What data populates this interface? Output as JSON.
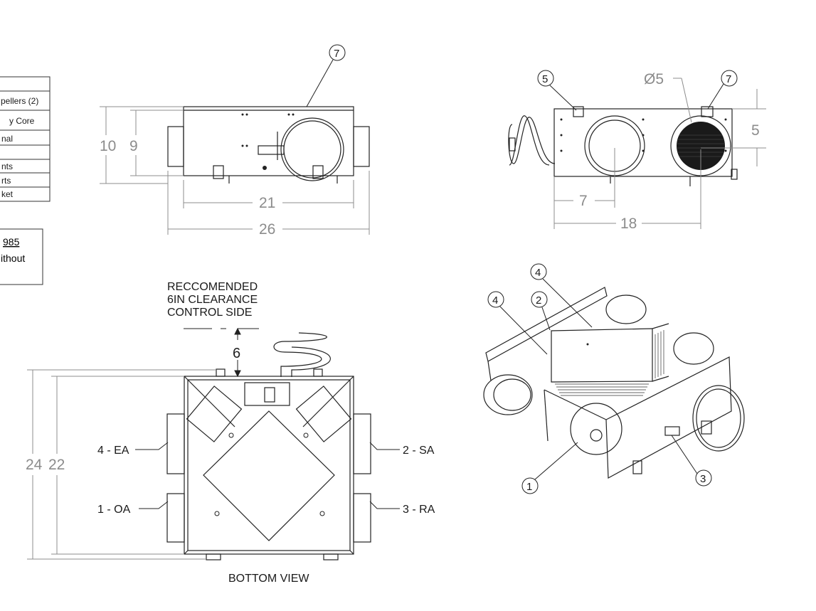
{
  "parts_table": {
    "rows": [
      "",
      "pellers (2)",
      "y Core",
      "nal",
      "",
      "nts",
      "rts",
      "ket"
    ]
  },
  "note_box": {
    "line1": "985",
    "line2": "ithout"
  },
  "top_left_view": {
    "dim_height_outer": "10",
    "dim_height_inner": "9",
    "dim_width_inner": "21",
    "dim_width_outer": "26",
    "balloon": "7"
  },
  "top_right_view": {
    "dia_label": "Ø5",
    "dim_height": "5",
    "dim_short": "7",
    "dim_long": "18",
    "balloon_left": "5",
    "balloon_right": "7"
  },
  "bottom_view": {
    "clearance_line1": "RECCOMENDED",
    "clearance_line2": "6IN CLEARANCE",
    "clearance_line3": "CONTROL SIDE",
    "clearance_dim": "6",
    "dim_height_outer": "24",
    "dim_height_inner": "22",
    "port_ea": "4 - EA",
    "port_oa": "1 - OA",
    "port_sa": "2 - SA",
    "port_ra": "3 - RA",
    "caption": "BOTTOM VIEW"
  },
  "iso_view": {
    "balloon_4a": "4",
    "balloon_4b": "4",
    "balloon_2": "2",
    "balloon_1": "1",
    "balloon_3": "3"
  }
}
